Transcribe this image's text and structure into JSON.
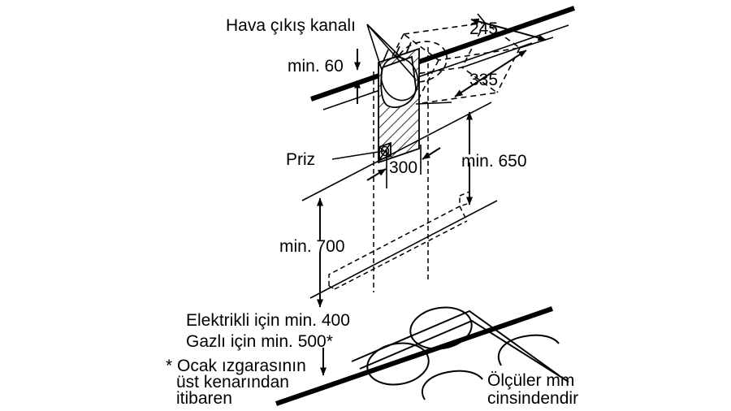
{
  "diagram": {
    "title_labels": {
      "duct": "Hava çıkış kanalı",
      "socket": "Priz"
    },
    "dimensions": {
      "min_60": "min. 60",
      "d245": "245",
      "d335": "335",
      "d300": "300",
      "min_650": "min. 650",
      "min_700": "min. 700"
    },
    "notes": {
      "electric_line": "Elektrikli için min. 400",
      "gas_line": "Gazlı için min. 500*",
      "footnote_line1": "* Ocak ızgarasının",
      "footnote_line2": "üst kenarından",
      "footnote_line3": "itibaren",
      "units_line1": "Ölçüler mm",
      "units_line2": "cinsindendir"
    },
    "colors": {
      "ink": "#000000",
      "paper": "#ffffff"
    }
  }
}
